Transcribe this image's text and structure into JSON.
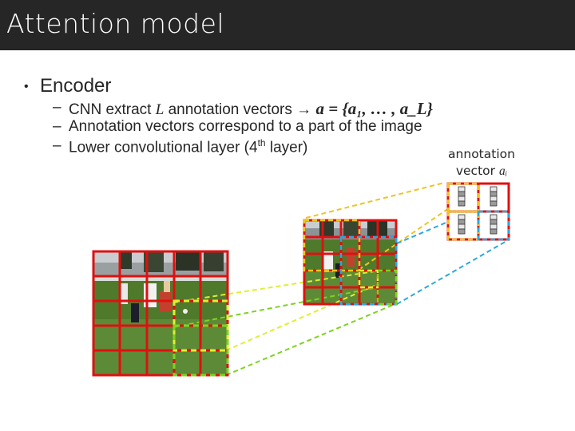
{
  "header": {
    "title": "Attention model"
  },
  "bullets": {
    "main": {
      "marker": "•",
      "text": "Encoder"
    },
    "sub": [
      {
        "marker": "–",
        "text_a": "CNN extract ",
        "text_var": "L",
        "text_b": " annotation vectors → ",
        "math": "a = {a₁, … , a_L}"
      },
      {
        "marker": "–",
        "text": "Annotation vectors correspond to a part of the image"
      },
      {
        "marker": "–",
        "text_a": "Lower convolutional layer (4",
        "sup": "th",
        "text_b": " layer)"
      }
    ]
  },
  "annotation_label": {
    "line1": "annotation",
    "line2_prefix": "vector ",
    "line2_var": "aᵢ"
  },
  "colors": {
    "header_bg": "#262626",
    "grid_red": "#e01010",
    "dash_yellow": "#f0c419",
    "dash_blue": "#2aa8e0",
    "dash_lime": "#e0ef30",
    "dash_green": "#7ed321"
  },
  "image": {
    "subject": "soccer-players-photo"
  }
}
